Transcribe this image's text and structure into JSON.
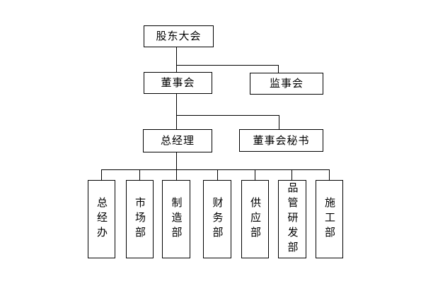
{
  "diagram": {
    "type": "org-chart",
    "background_color": "#ffffff",
    "line_color": "#000000",
    "box_border_color": "#000000",
    "nodes": {
      "shareholders_meeting": "股东大会",
      "board_of_directors": "董事会",
      "supervisory_board": "监事会",
      "general_manager": "总经理",
      "board_secretary": "董事会秘书"
    },
    "departments": [
      "总经办",
      "市场部",
      "制造部",
      "财务部",
      "供应部",
      "品管研发部",
      "施工部"
    ],
    "edges": [
      {
        "from": "股东大会",
        "to": "董事会"
      },
      {
        "from": "股东大会",
        "to": "监事会"
      },
      {
        "from": "董事会",
        "to": "总经理"
      },
      {
        "from": "董事会",
        "to": "董事会秘书"
      },
      {
        "from": "总经理",
        "to": "总经办"
      },
      {
        "from": "总经理",
        "to": "市场部"
      },
      {
        "from": "总经理",
        "to": "制造部"
      },
      {
        "from": "总经理",
        "to": "财务部"
      },
      {
        "from": "总经理",
        "to": "供应部"
      },
      {
        "from": "总经理",
        "to": "品管研发部"
      },
      {
        "from": "总经理",
        "to": "施工部"
      }
    ]
  }
}
